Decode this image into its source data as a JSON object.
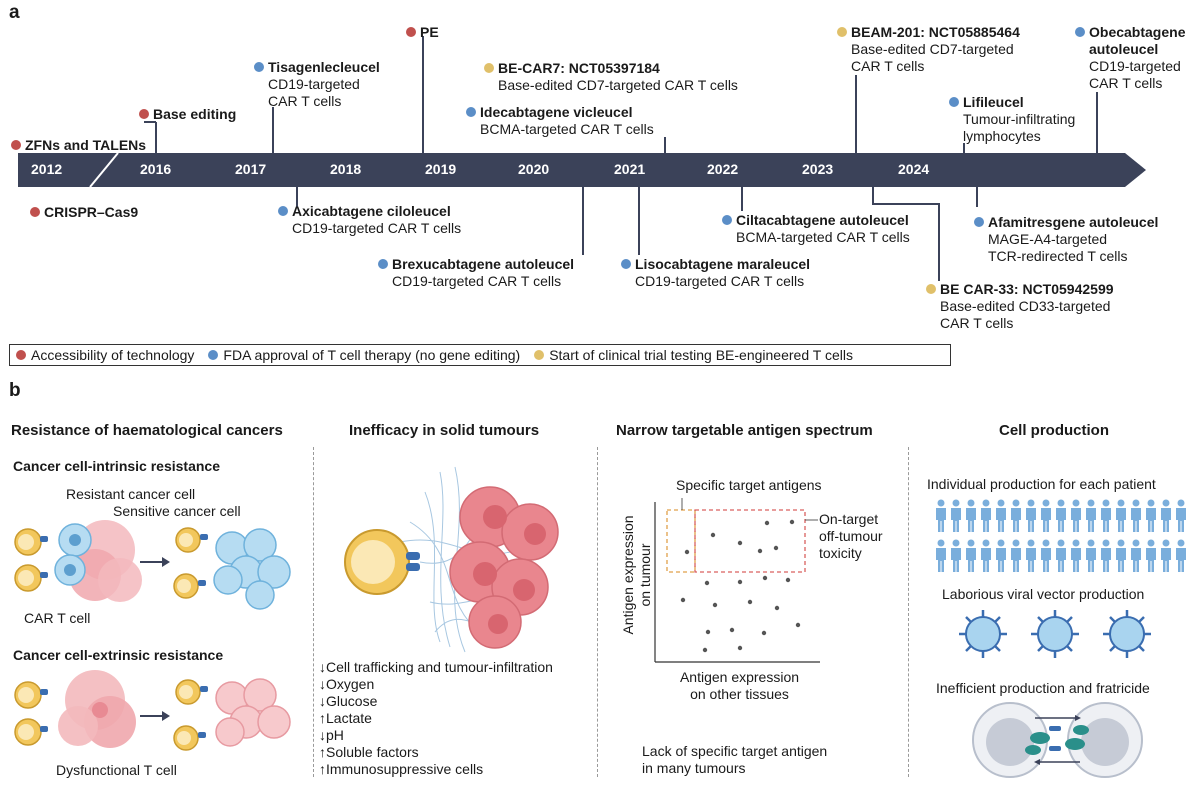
{
  "colors": {
    "accessibility": "#c0504d",
    "fda": "#5b8ec7",
    "trial": "#e0c06a",
    "arrow": "#3b4259"
  },
  "panel_a": {
    "letter": "a",
    "years": [
      "2012",
      "2016",
      "2017",
      "2018",
      "2019",
      "2020",
      "2021",
      "2022",
      "2023",
      "2024"
    ],
    "events": [
      {
        "id": "zfn",
        "category": "accessibility",
        "title": "ZFNs and TALENs",
        "desc": []
      },
      {
        "id": "crispr",
        "category": "accessibility",
        "title": "CRISPR–Cas9",
        "desc": []
      },
      {
        "id": "base",
        "category": "accessibility",
        "title": "Base editing",
        "desc": []
      },
      {
        "id": "tisa",
        "category": "fda",
        "title": "Tisagenlecleucel",
        "desc": [
          "CD19-targeted",
          "CAR T cells"
        ]
      },
      {
        "id": "axi",
        "category": "fda",
        "title": "Axicabtagene ciloleucel",
        "desc": [
          "CD19-targeted CAR T cells"
        ]
      },
      {
        "id": "pe",
        "category": "accessibility",
        "title": "PE",
        "desc": []
      },
      {
        "id": "brexu",
        "category": "fda",
        "title": "Brexucabtagene autoleucel",
        "desc": [
          "CD19-targeted CAR T cells"
        ]
      },
      {
        "id": "becar7",
        "category": "trial",
        "title": "BE-CAR7: NCT05397184",
        "desc": [
          "Base-edited CD7-targeted CAR T cells"
        ]
      },
      {
        "id": "ide",
        "category": "fda",
        "title": "Idecabtagene vicleucel",
        "desc": [
          "BCMA-targeted CAR T cells"
        ]
      },
      {
        "id": "liso",
        "category": "fda",
        "title": "Lisocabtagene maraleucel",
        "desc": [
          "CD19-targeted CAR T cells"
        ]
      },
      {
        "id": "cilta",
        "category": "fda",
        "title": "Ciltacabtagene autoleucel",
        "desc": [
          "BCMA-targeted CAR T cells"
        ]
      },
      {
        "id": "beam",
        "category": "trial",
        "title": "BEAM-201: NCT05885464",
        "desc": [
          "Base-edited CD7-targeted",
          "CAR T cells"
        ]
      },
      {
        "id": "becar33",
        "category": "trial",
        "title": "BE CAR-33: NCT05942599",
        "desc": [
          "Base-edited CD33-targeted",
          "CAR T cells"
        ]
      },
      {
        "id": "lifi",
        "category": "fda",
        "title": "Lifileucel",
        "desc": [
          "Tumour-infiltrating",
          "lymphocytes"
        ]
      },
      {
        "id": "afami",
        "category": "fda",
        "title": "Afamitresgene autoleucel",
        "desc": [
          "MAGE-A4-targeted",
          "TCR-redirected T cells"
        ]
      },
      {
        "id": "obe",
        "category": "fda",
        "title": "Obecabtagene",
        "desc": [
          "autoleucel",
          "CD19-targeted",
          "CAR T cells"
        ]
      }
    ],
    "legend": [
      {
        "category": "accessibility",
        "label": "Accessibility of technology"
      },
      {
        "category": "fda",
        "label": "FDA approval of T cell therapy (no gene editing)"
      },
      {
        "category": "trial",
        "label": "Start of clinical trial testing BE-engineered T cells"
      }
    ]
  },
  "panel_b": {
    "letter": "b",
    "haem": {
      "title": "Resistance of haematological cancers",
      "intrinsic_title": "Cancer cell-intrinsic resistance",
      "resistant_label": "Resistant cancer cell",
      "sensitive_label": "Sensitive cancer cell",
      "cart_label": "CAR T cell",
      "extrinsic_title": "Cancer cell-extrinsic resistance",
      "dysfunctional_label": "Dysfunctional T cell"
    },
    "solid": {
      "title": "Inefficacy in solid tumours",
      "effects": [
        "↓Cell trafficking and tumour-infiltration",
        "↓Oxygen",
        "↓Glucose",
        "↑Lactate",
        "↓pH",
        "↑Soluble factors",
        "↑Immunosuppressive cells"
      ]
    },
    "antigen": {
      "title": "Narrow targetable antigen spectrum",
      "specific_label": "Specific target antigens",
      "ontarget_label": [
        "On-target",
        "off-tumour",
        "toxicity"
      ],
      "ylabel": [
        "Antigen expression",
        "on tumour"
      ],
      "xlabel": [
        "Antigen expression",
        "on other tissues"
      ],
      "footer": [
        "Lack of specific target antigen",
        "in many tumours"
      ]
    },
    "production": {
      "title": "Cell production",
      "individual_label": "Individual production for each patient",
      "viral_label": "Laborious viral vector production",
      "fratricide_label": "Inefficient production and fratricide"
    }
  }
}
